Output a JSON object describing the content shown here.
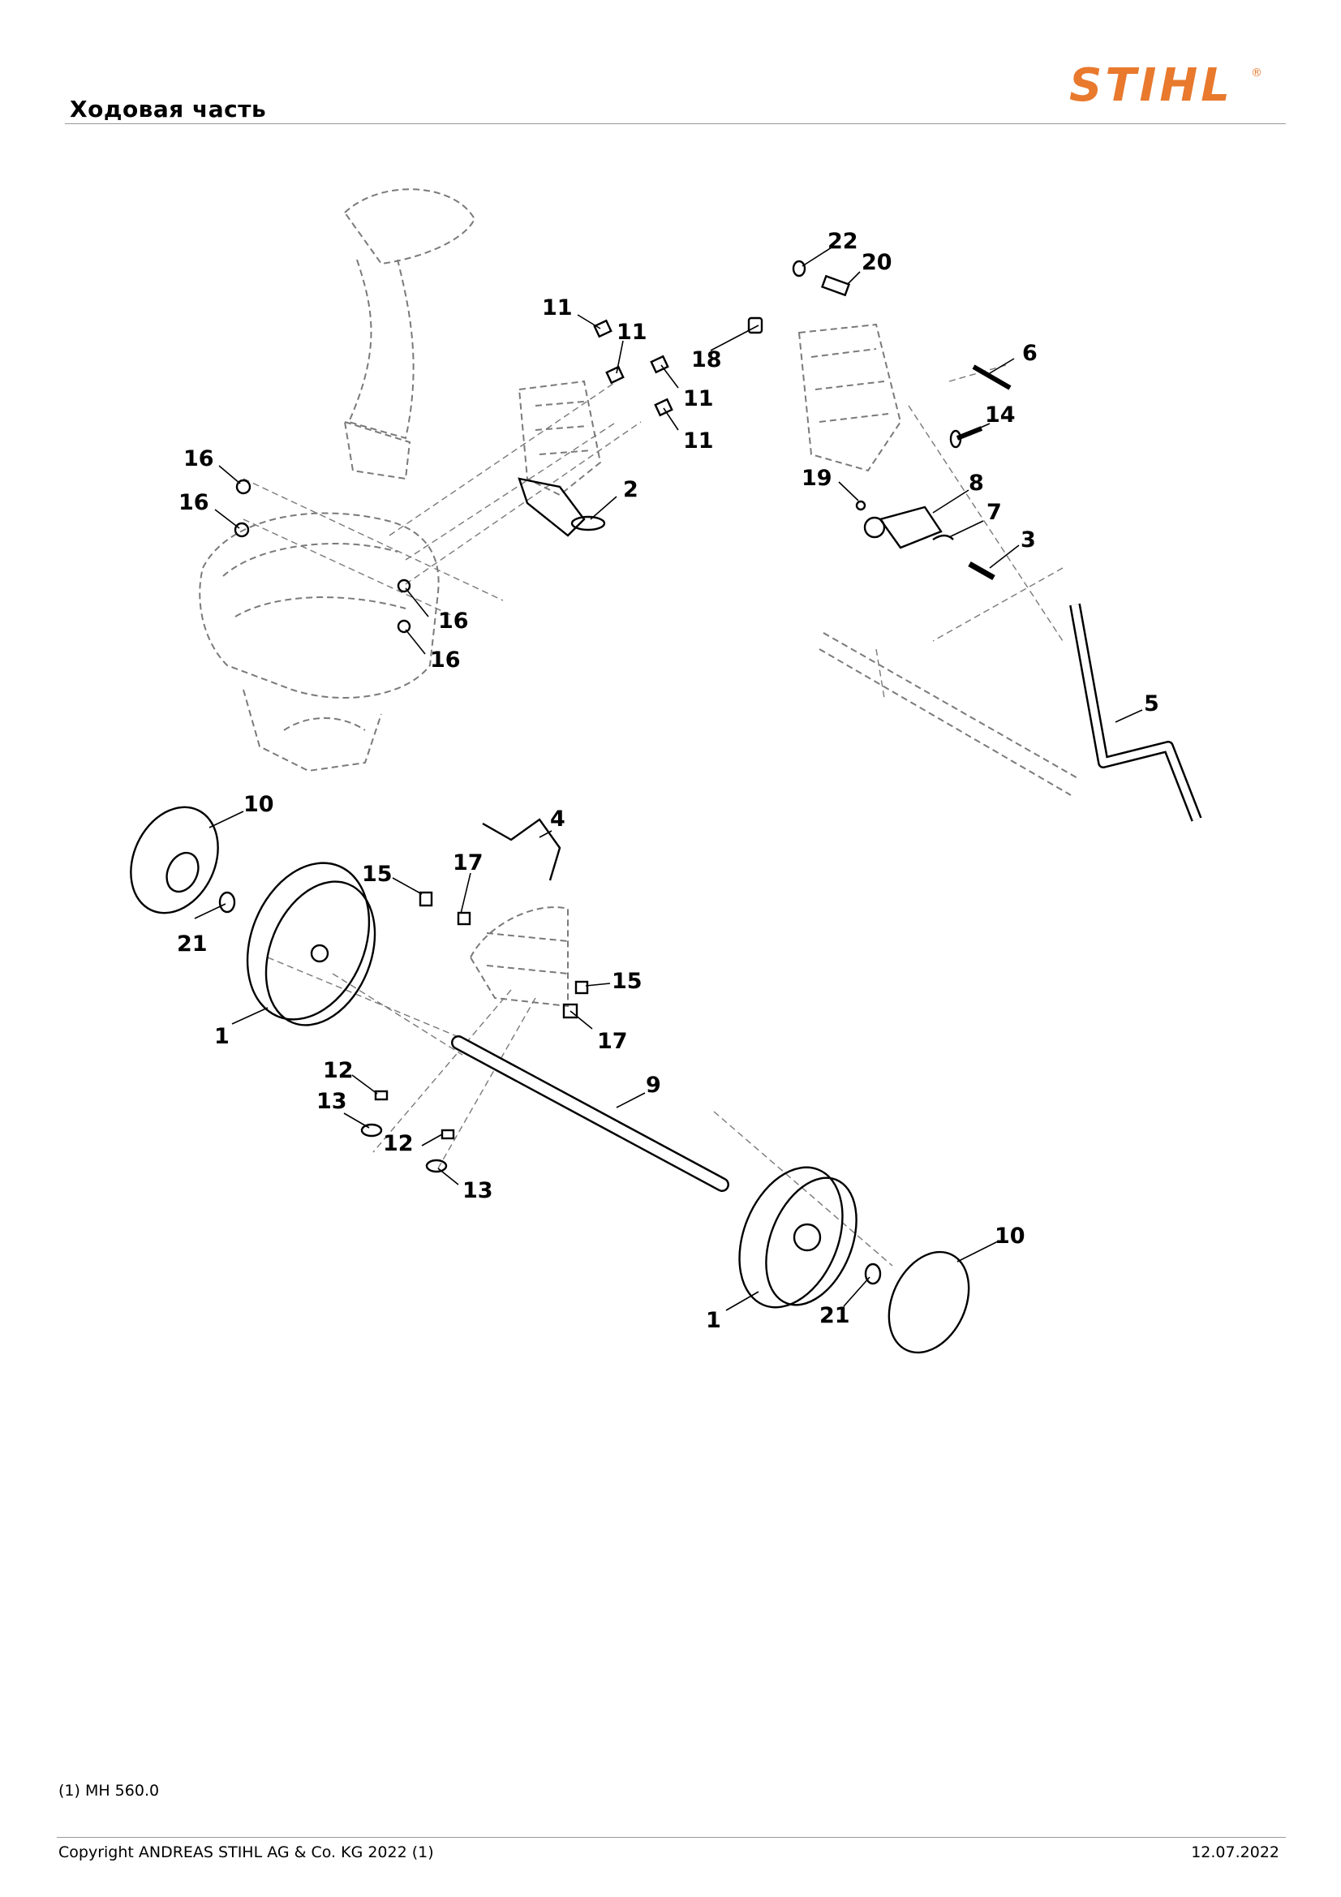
{
  "header": {
    "title": "Ходовая часть",
    "logo_text": "STIHL",
    "logo_mark": "®"
  },
  "colors": {
    "brand": "#e8792d",
    "line": "#000000",
    "ghost": "#7a7a7a"
  },
  "diagram": {
    "callouts": {
      "c1a": "1",
      "c1b": "1",
      "c2": "2",
      "c3": "3",
      "c4": "4",
      "c5": "5",
      "c6": "6",
      "c7": "7",
      "c8": "8",
      "c9": "9",
      "c10a": "10",
      "c10b": "10",
      "c11a": "11",
      "c11b": "11",
      "c11c": "11",
      "c11d": "11",
      "c12a": "12",
      "c12b": "12",
      "c13a": "13",
      "c13b": "13",
      "c14": "14",
      "c15a": "15",
      "c15b": "15",
      "c16a": "16",
      "c16b": "16",
      "c16c": "16",
      "c16d": "16",
      "c17a": "17",
      "c17b": "17",
      "c18": "18",
      "c19": "19",
      "c20": "20",
      "c21a": "21",
      "c21b": "21",
      "c22": "22"
    }
  },
  "footer": {
    "model_note": "(1) MH 560.0",
    "copyright": "Copyright ANDREAS STIHL AG & Co. KG 2022 (1)",
    "date": "12.07.2022"
  }
}
